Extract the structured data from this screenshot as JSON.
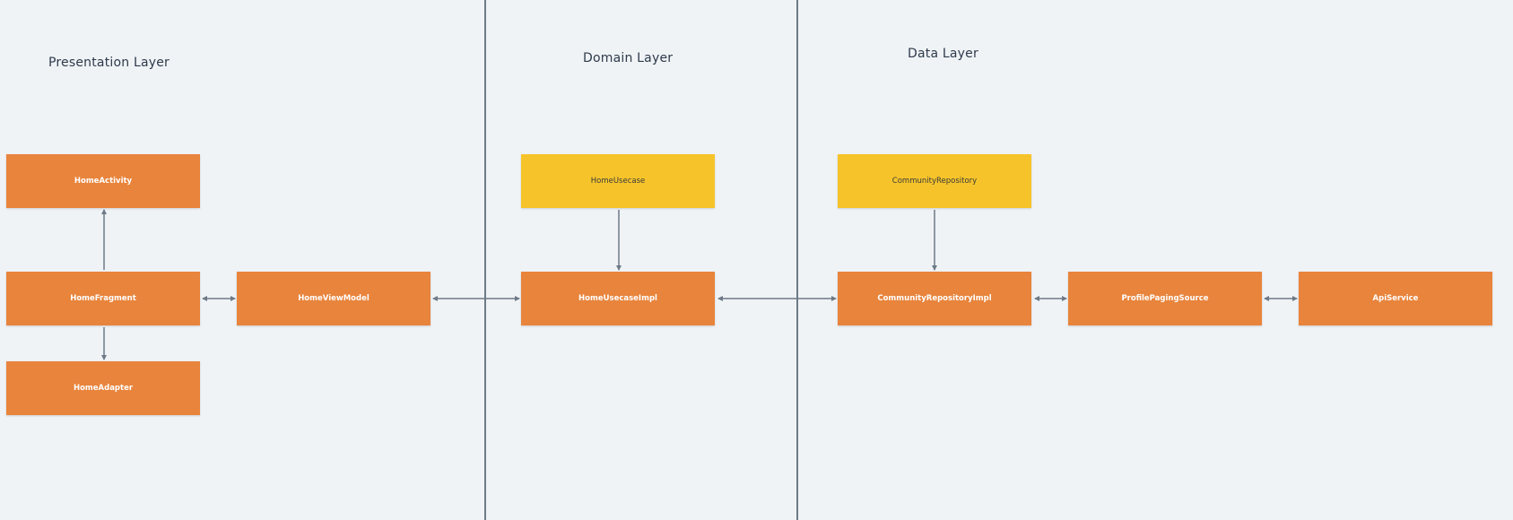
{
  "layers": {
    "presentation": "Presentation Layer",
    "domain": "Domain Layer",
    "data": "Data Layer"
  },
  "nodes": {
    "home_activity": "HomeActivity",
    "home_fragment": "HomeFragment",
    "home_adapter": "HomeAdapter",
    "home_view_model": "HomeViewModel",
    "home_usecase": "HomeUsecase",
    "home_usecase_impl": "HomeUsecaseImpl",
    "community_repository": "CommunityRepository",
    "community_repository_impl": "CommunityRepositoryImpl",
    "profile_paging_source": "ProfilePagingSource",
    "api_service": "ApiService"
  },
  "colors": {
    "implementation": "#e8843c",
    "interface": "#f6c42a",
    "connector": "#6e7a86",
    "background": "#f0f3f6"
  }
}
